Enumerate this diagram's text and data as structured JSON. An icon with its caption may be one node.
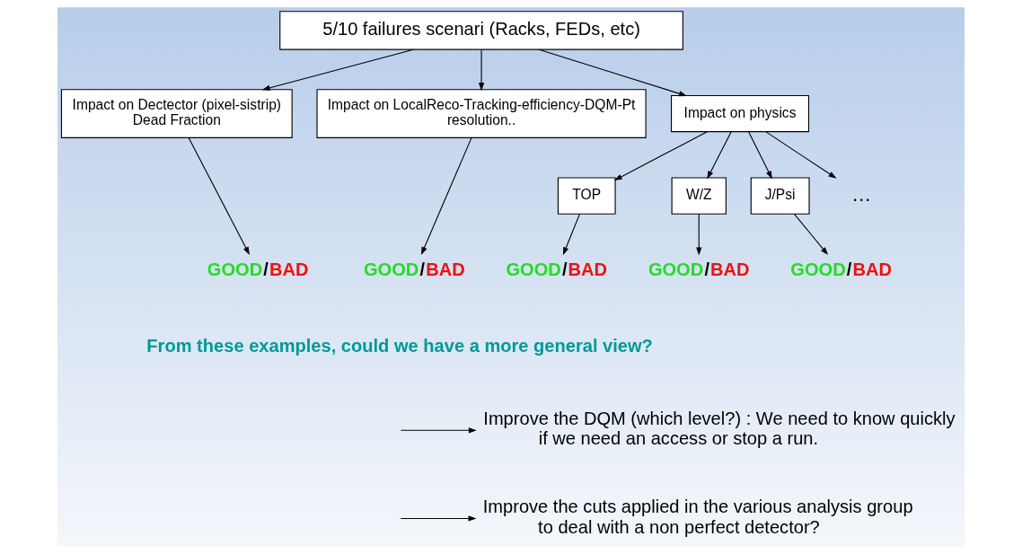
{
  "diagram": {
    "nodes": [
      {
        "text": [
          "5/10 failures scenari (Racks, FEDs, etc)"
        ]
      },
      {
        "text": [
          "Impact on Dectector (pixel-sistrip) Dead Fraction"
        ]
      },
      {
        "text": [
          "Impact on LocalReco-Tracking-efficiency-DQM-Pt resolution.."
        ]
      },
      {
        "text": [
          "Impact on physics"
        ]
      },
      {
        "text": [
          "TOP"
        ]
      },
      {
        "text": [
          "W/Z"
        ]
      },
      {
        "text": [
          "J/Psi"
        ]
      },
      {
        "text": [
          "…"
        ]
      },
      {
        "text": [
          "GOOD/BAD"
        ]
      },
      {
        "text": [
          "GOOD/BAD"
        ]
      },
      {
        "text": [
          "GOOD/BAD"
        ]
      },
      {
        "text": [
          "GOOD/BAD"
        ]
      },
      {
        "text": [
          "GOOD/BAD"
        ]
      },
      {
        "text": [
          "Improve the DQM (which level?) : We need to know quickly if we need an access or stop a run."
        ]
      },
      {
        "text": [
          "Improve the cuts applied in the various analysis group to deal with a non perfect detector?"
        ]
      }
    ],
    "edges": [
      {
        "from": 0,
        "to": 1,
        "arrow": "to"
      },
      {
        "from": 0,
        "to": 2,
        "arrow": "to"
      },
      {
        "from": 0,
        "to": 3,
        "arrow": "to"
      },
      {
        "from": 1,
        "to": 8,
        "arrow": "to"
      },
      {
        "from": 2,
        "to": 9,
        "arrow": "to"
      },
      {
        "from": 3,
        "to": 4,
        "arrow": "to"
      },
      {
        "from": 3,
        "to": 5,
        "arrow": "to"
      },
      {
        "from": 3,
        "to": 6,
        "arrow": "to"
      },
      {
        "from": 3,
        "to": 7,
        "arrow": "to"
      },
      {
        "from": 4,
        "to": 10,
        "arrow": "to"
      },
      {
        "from": 5,
        "to": 11,
        "arrow": "to"
      },
      {
        "from": 6,
        "to": 12,
        "arrow": "to"
      },
      {
        "from": null,
        "to": 13,
        "arrow": "to"
      },
      {
        "from": null,
        "to": 14,
        "arrow": "to"
      }
    ],
    "labels": [
      "From these examples, could we have a more general view?"
    ]
  }
}
